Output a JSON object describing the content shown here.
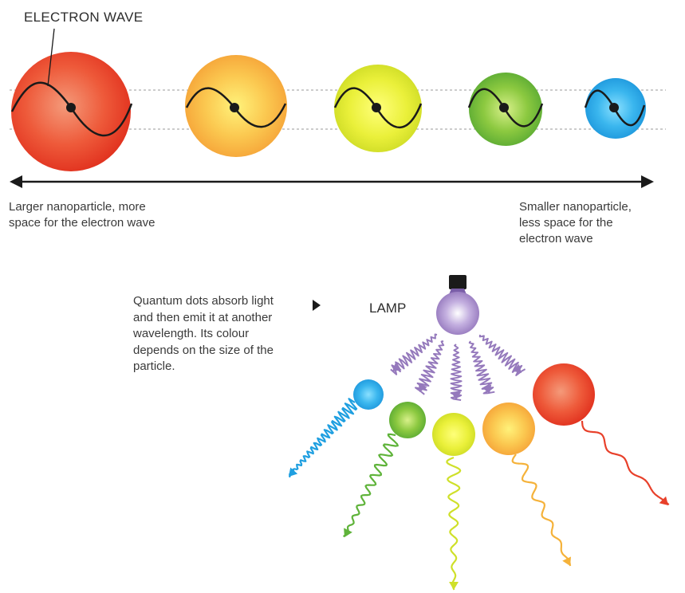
{
  "top": {
    "electron_wave_label": "ELECTRON WAVE",
    "left_caption": [
      "Larger nanoparticle, more",
      "space for the electron wave"
    ],
    "right_caption": [
      "Smaller nanoparticle,",
      "less space for the",
      "electron wave"
    ],
    "particles": [
      {
        "color_name": "red",
        "color": "#e8402a"
      },
      {
        "color_name": "orange",
        "color": "#f7a93b"
      },
      {
        "color_name": "yellow",
        "color": "#d6e02a"
      },
      {
        "color_name": "green",
        "color": "#5fb33a"
      },
      {
        "color_name": "blue",
        "color": "#1f9fe0"
      }
    ]
  },
  "bottom": {
    "description": [
      "Quantum dots absorb light",
      "and then emit it at another",
      "wavelength. Its colour",
      "depends on the size of the",
      "particle."
    ],
    "lamp_label": "LAMP",
    "lamp_color": "#8a6bb5",
    "emissions": [
      {
        "color_name": "blue",
        "color": "#1f9fe0"
      },
      {
        "color_name": "green",
        "color": "#5fb33a"
      },
      {
        "color_name": "yellow",
        "color": "#cfe02a"
      },
      {
        "color_name": "orange",
        "color": "#f5b23a"
      },
      {
        "color_name": "red",
        "color": "#e8402a"
      }
    ]
  }
}
